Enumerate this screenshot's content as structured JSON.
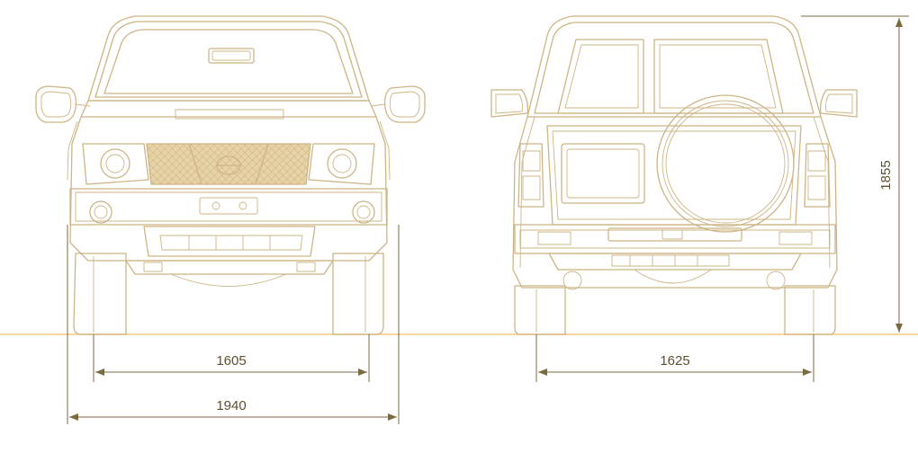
{
  "colors": {
    "line": "#cdb585",
    "grille_fill": "#e8d3a6",
    "ground": "#f1cc7a",
    "dimension": "#7a6a40",
    "text": "#5c5030",
    "background": "#ffffff"
  },
  "dimensions": {
    "front_track": "1605",
    "overall_width": "1940",
    "rear_track": "1625",
    "height": "1855"
  }
}
